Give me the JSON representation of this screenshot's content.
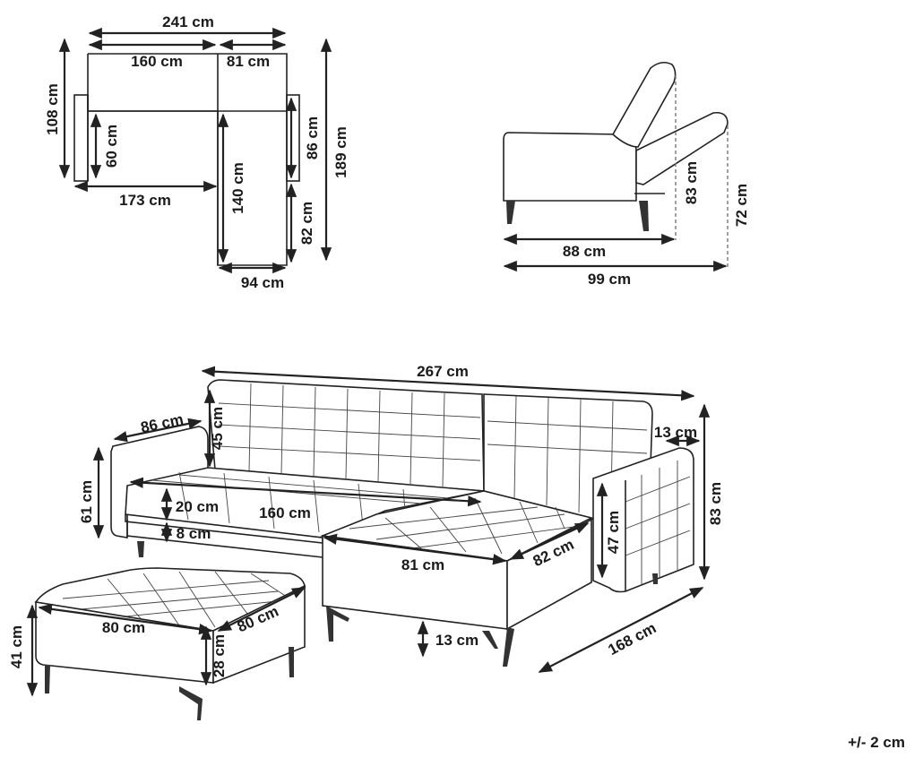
{
  "labels": {
    "plan_width_total": "241 cm",
    "plan_width_main": "160 cm",
    "plan_width_chaise": "81 cm",
    "plan_depth_back": "108 cm",
    "plan_seat_depth": "60 cm",
    "plan_seat_width": "173 cm",
    "plan_chaise_seat": "140 cm",
    "plan_chaise_bottom": "94 cm",
    "plan_arm_depth": "86 cm",
    "plan_chaise_front": "82 cm",
    "plan_total_depth": "189 cm",
    "side_recline_depth": "88 cm",
    "side_total_depth": "99 cm",
    "side_height_back": "83 cm",
    "side_height_recline": "72 cm",
    "main_total_width": "267 cm",
    "main_arm_length": "86 cm",
    "main_back_height": "45 cm",
    "main_arm_width": "13 cm",
    "main_seat_height": "61 cm",
    "main_cushion": "20 cm",
    "main_seat_width": "160 cm",
    "main_frame": "8 cm",
    "main_chaise_width": "81 cm",
    "main_chaise_depth": "82 cm",
    "main_arm_height": "47 cm",
    "main_total_height": "83 cm",
    "main_leg_height": "13 cm",
    "main_total_depth": "168 cm",
    "ottoman_width": "80 cm",
    "ottoman_depth": "80 cm",
    "ottoman_height": "41 cm",
    "ottoman_cushion": "28 cm",
    "tolerance": "+/- 2 cm"
  }
}
